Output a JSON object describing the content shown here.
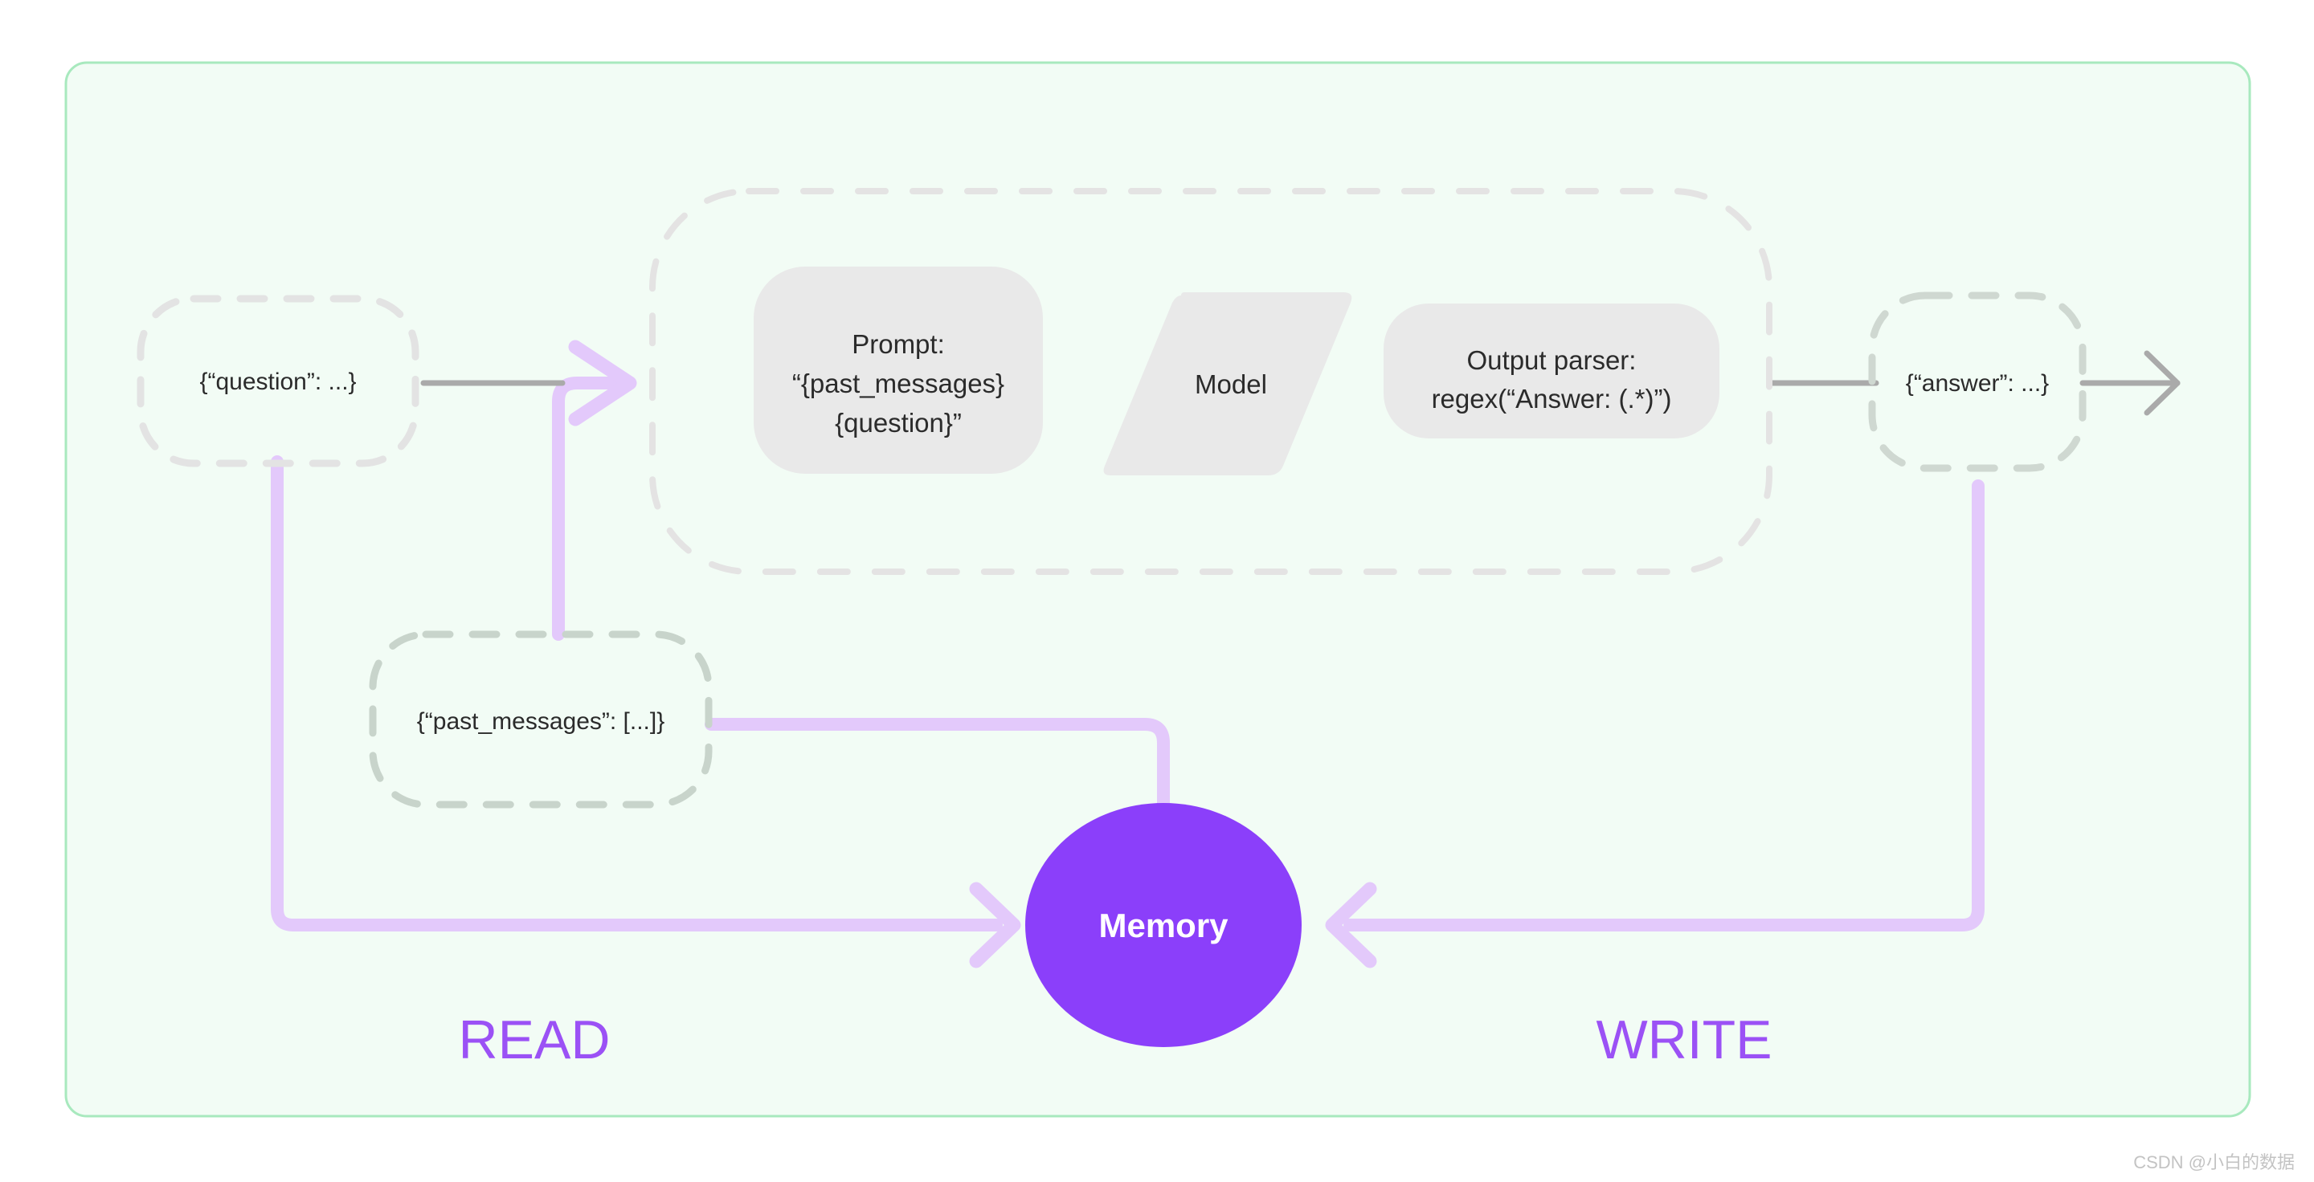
{
  "panel": {
    "background_color": "#f2fcf5",
    "border_color": "#a8e9be"
  },
  "colors": {
    "memory_fill": "#8b3ffa",
    "memory_label": "#ffffff",
    "flow_purple": "#e3c9fb",
    "flow_gray": "#aaaaaa",
    "dashed_node_stroke": "#e3e3e3",
    "chain_container_stroke": "#e4e3e3",
    "component_fill": "#e9e9e9",
    "read_write_label": "#9b51f5",
    "text_dark": "#2b2b2b",
    "watermark": "#c3c3c3"
  },
  "nodes": {
    "question": {
      "label": "{“question”: ...}",
      "shape": "dashed-rounded-rect"
    },
    "past_messages": {
      "label": "{“past_messages”: [...]}",
      "shape": "dashed-rounded-rect"
    },
    "answer": {
      "label": "{“answer”: ...}",
      "shape": "dashed-rounded-rect"
    },
    "memory": {
      "label": "Memory",
      "shape": "circle"
    }
  },
  "chain": {
    "container_shape": "dashed-rounded-rect",
    "components": [
      {
        "id": "prompt",
        "shape": "rounded-rect",
        "lines": [
          "Prompt:",
          "“{past_messages}",
          "{question}”"
        ]
      },
      {
        "id": "model",
        "shape": "parallelogram",
        "lines": [
          "Model"
        ]
      },
      {
        "id": "output_parser",
        "shape": "rounded-rect",
        "lines": [
          "Output parser:",
          "regex(“Answer: (.*)”)"
        ]
      }
    ]
  },
  "flow_labels": {
    "read": "READ",
    "write": "WRITE"
  },
  "watermark": {
    "text": "CSDN @小白的数据"
  }
}
